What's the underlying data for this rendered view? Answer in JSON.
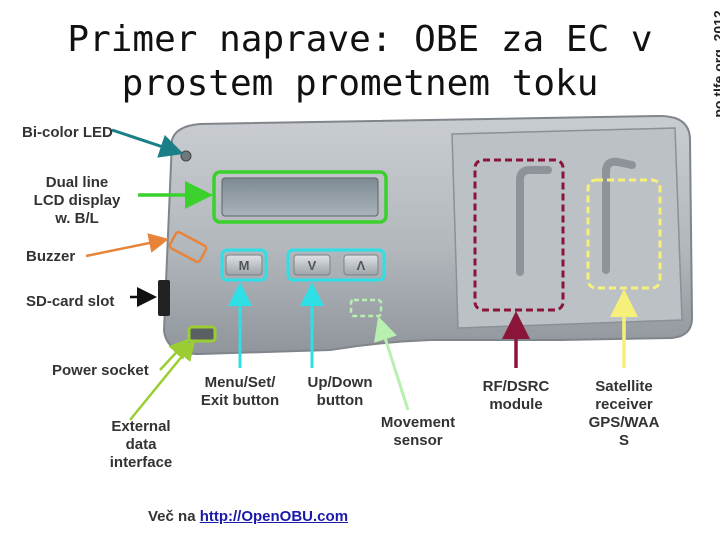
{
  "title": {
    "line1": "Primer naprave: OBE za EC v",
    "line2": "prostem prometnem toku"
  },
  "credit": "po tlfe.org, 2012",
  "device": {
    "buttons": {
      "menu": "M",
      "down": "V",
      "up": "Λ"
    }
  },
  "labels": {
    "bicolor_led": "Bi-color LED",
    "lcd": "Dual line\nLCD display\nw. B/L",
    "buzzer": "Buzzer",
    "sdcard": "SD-card slot",
    "power": "Power socket",
    "external": "External\ndata\ninterface",
    "menu": "Menu/Set/\nExit button",
    "updown": "Up/Down\nbutton",
    "movement": "Movement\nsensor",
    "rf": "RF/DSRC\nmodule",
    "satellite": "Satellite\nreceiver\nGPS/WAA\nS"
  },
  "footer": {
    "prefix": "Več na ",
    "link_text": "http://OpenOBU.com"
  },
  "colors": {
    "led": "#1a7f86",
    "lcd": "#3ad12c",
    "buzzer": "#e8843a",
    "sd": "#111111",
    "power": "#9acd32",
    "buttons": "#2ee0e6",
    "movement": "#b8f0b0",
    "rf": "#8a1538",
    "satellite": "#f6f07a"
  }
}
